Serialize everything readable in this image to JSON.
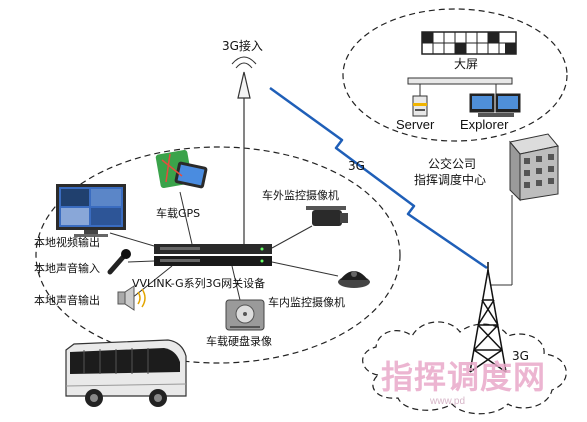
{
  "labels": {
    "access_3g": "3G接入",
    "big_screen": "大屏",
    "server": "Server",
    "explorer": "Explorer",
    "center_line1": "公交公司",
    "center_line2": "指挥调度中心",
    "link_3g": "3G",
    "tower_3g": "3G",
    "gps": "车载GPS",
    "outside_camera": "车外监控摄像机",
    "video_out": "本地视频输出",
    "audio_in": "本地声音输入",
    "audio_out": "本地声音输出",
    "gateway": "VVLINK-G系列3G网关设备",
    "inside_camera": "车内监控摄像机",
    "hdd_recorder": "车载硬盘录像"
  },
  "watermark": {
    "text": "指挥调度网",
    "url": "www.pd"
  },
  "colors": {
    "wireless_link": "#1f5fb8",
    "dashed_outline": "#222222",
    "device": "#2a2a2a",
    "watermark": "#e9a9c9"
  },
  "icons": {
    "antenna": "antenna-icon",
    "server": "server-icon",
    "explorer": "workstation-icon",
    "building": "building-icon",
    "monitor": "monitor-icon",
    "microphone": "microphone-icon",
    "speaker": "speaker-icon",
    "gps": "gps-map-icon",
    "camera": "camera-icon",
    "dome_camera": "dome-camera-icon",
    "hdd": "hard-disk-icon",
    "bus": "bus-icon",
    "tower": "tower-icon"
  }
}
